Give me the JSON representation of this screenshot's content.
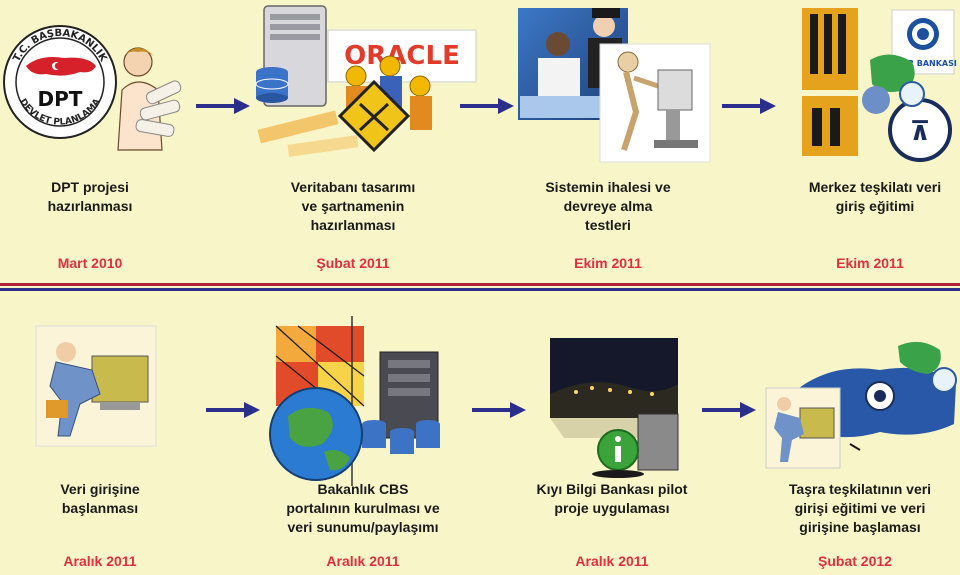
{
  "top_row": [
    {
      "title_lines": [
        "DPT projesi",
        "hazırlanması"
      ],
      "date": "Mart 2010",
      "logo": {
        "ring_top": "T.C. BAŞBAKANLIK",
        "center": "DPT",
        "ring_bottom": "DEVLET PLANLAMA"
      }
    },
    {
      "title_lines": [
        "Veritabanı tasarımı",
        "ve şartnamenin",
        "hazırlanması"
      ],
      "date": "Şubat 2011",
      "brand": "ORACLE"
    },
    {
      "title_lines": [
        "Sistemin ihalesi ve",
        "devreye alma",
        "testleri"
      ],
      "date": "Ekim 2011"
    },
    {
      "title_lines": [
        "Merkez teşkilatı veri",
        "giriş eğitimi"
      ],
      "date": "Ekim 2011",
      "badge": "İLLER BANKASI"
    }
  ],
  "bottom_row": [
    {
      "title_lines": [
        "Veri girişine",
        "başlanması"
      ],
      "date": "Aralık 2011"
    },
    {
      "title_lines": [
        "Bakanlık CBS",
        "portalının kurulması ve",
        "veri sunumu/paylaşımı"
      ],
      "date": "Aralık 2011"
    },
    {
      "title_lines": [
        "Kıyı Bilgi Bankası pilot",
        "proje uygulaması"
      ],
      "date": "Aralık 2011"
    },
    {
      "title_lines": [
        "Taşra teşkilatının veri",
        "girişi eğitimi ve veri",
        "girişine başlaması"
      ],
      "date": "Şubat 2012"
    }
  ],
  "colors": {
    "background": "#f8f6c8",
    "date": "#e0303e",
    "arrow": "#2c2e8c",
    "divider_red": "#b0213a",
    "divider_blue": "#2c2e8c"
  }
}
